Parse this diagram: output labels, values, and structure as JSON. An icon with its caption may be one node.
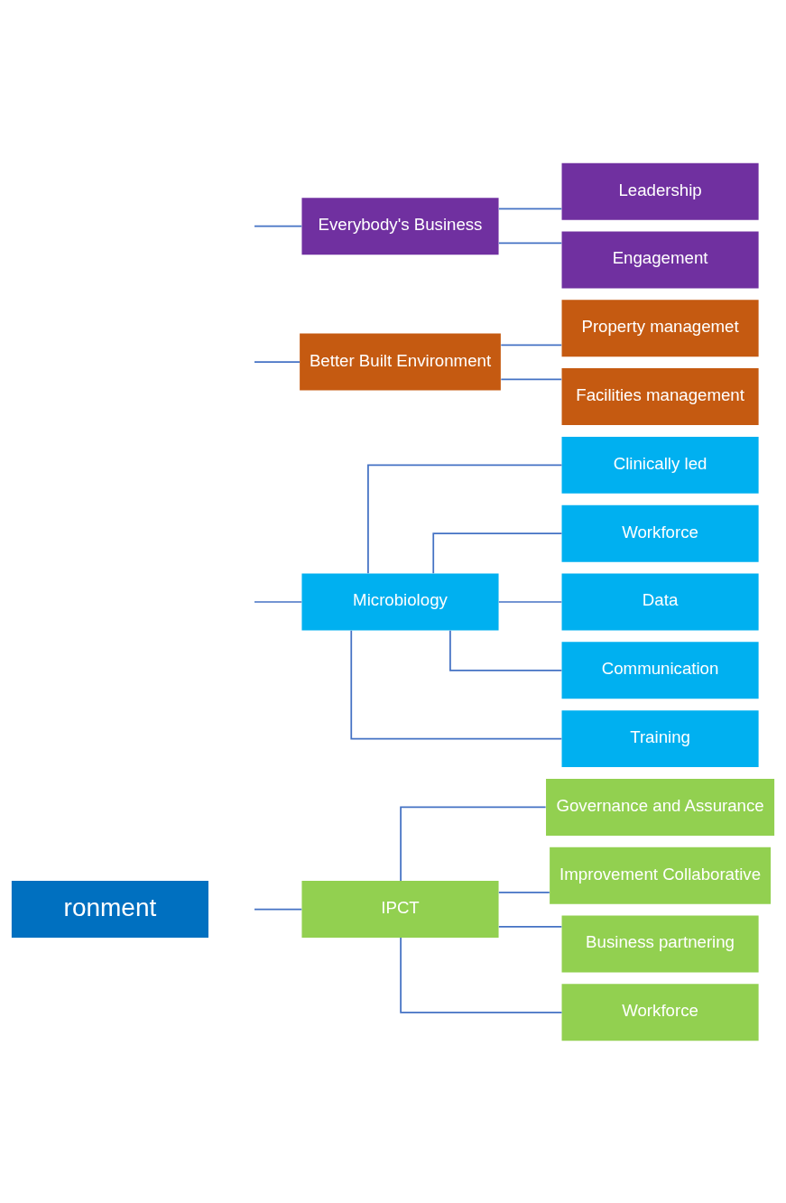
{
  "diagram": {
    "nodes": [
      {
        "text": [
          "ronment"
        ]
      },
      {
        "text": [
          "IPCT"
        ]
      },
      {
        "text": [
          "Governance and Assurance"
        ]
      },
      {
        "text": [
          "Improvement Collaborative"
        ]
      },
      {
        "text": [
          "Business partnering"
        ]
      },
      {
        "text": [
          "Workforce"
        ]
      },
      {
        "text": [
          "Microbiology"
        ]
      },
      {
        "text": [
          "Clinically led"
        ]
      },
      {
        "text": [
          "Workforce"
        ]
      },
      {
        "text": [
          "Data"
        ]
      },
      {
        "text": [
          "Communication"
        ]
      },
      {
        "text": [
          "Training"
        ]
      },
      {
        "text": [
          "Better Built Environment"
        ]
      },
      {
        "text": [
          "Property managemet"
        ]
      },
      {
        "text": [
          "Facilities management"
        ]
      },
      {
        "text": [
          "Everybody's Business"
        ]
      },
      {
        "text": [
          "Leadership"
        ]
      },
      {
        "text": [
          "Engagement"
        ]
      }
    ],
    "edges": [
      {
        "from": null,
        "to": 1,
        "arrow": "none"
      },
      {
        "from": null,
        "to": 6,
        "arrow": "none"
      },
      {
        "from": null,
        "to": 12,
        "arrow": "none"
      },
      {
        "from": null,
        "to": 15,
        "arrow": "none"
      },
      {
        "from": 1,
        "to": 2,
        "arrow": "none"
      },
      {
        "from": 1,
        "to": 3,
        "arrow": "none"
      },
      {
        "from": 1,
        "to": 4,
        "arrow": "none"
      },
      {
        "from": 1,
        "to": 5,
        "arrow": "none"
      },
      {
        "from": 6,
        "to": 7,
        "arrow": "none"
      },
      {
        "from": 6,
        "to": 8,
        "arrow": "none"
      },
      {
        "from": 6,
        "to": 9,
        "arrow": "none"
      },
      {
        "from": 6,
        "to": 10,
        "arrow": "none"
      },
      {
        "from": 6,
        "to": 11,
        "arrow": "none"
      },
      {
        "from": 12,
        "to": 13,
        "arrow": "none"
      },
      {
        "from": 12,
        "to": 14,
        "arrow": "none"
      },
      {
        "from": 15,
        "to": 16,
        "arrow": "none"
      },
      {
        "from": 15,
        "to": 17,
        "arrow": "none"
      }
    ]
  }
}
